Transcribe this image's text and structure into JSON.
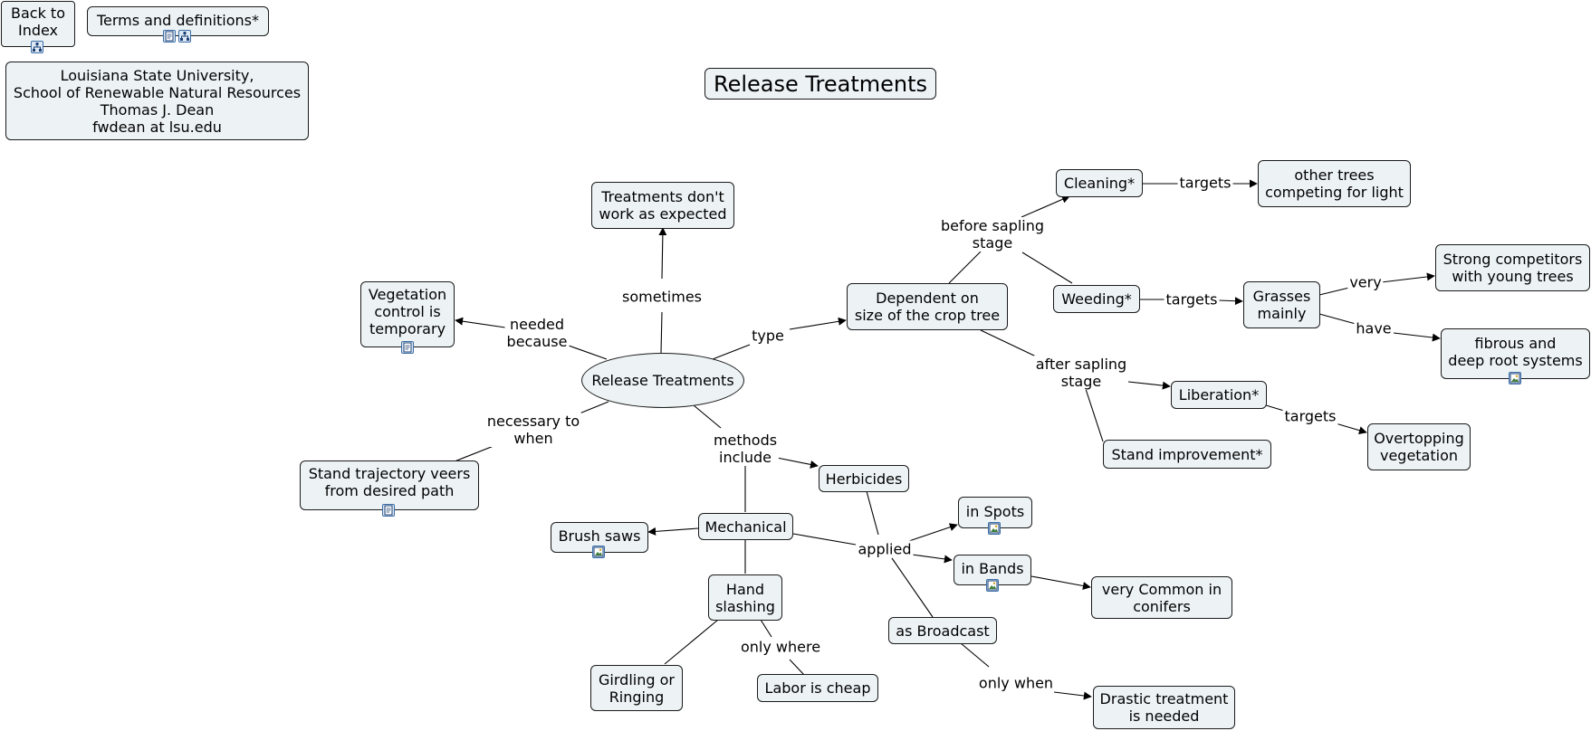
{
  "nav": {
    "back_to_index": "Back to\nIndex",
    "terms": "Terms and definitions*"
  },
  "credits": "Louisiana State University,\nSchool of Renewable Natural Resources\nThomas J. Dean\nfwdean at lsu.edu",
  "title": "Release Treatments",
  "concepts": {
    "release_treatments": "Release Treatments",
    "treatments_dont_work": "Treatments don't\nwork as expected",
    "vegetation_control": "Vegetation\ncontrol is\ntemporary",
    "stand_trajectory": "Stand trajectory veers\nfrom desired path",
    "dependent_on_size": "Dependent on\nsize of the crop tree",
    "cleaning": "Cleaning*",
    "weeding": "Weeding*",
    "liberation": "Liberation*",
    "stand_improvement": "Stand improvement*",
    "other_trees": "other trees\ncompeting for light",
    "grasses_mainly": "Grasses\nmainly",
    "strong_competitors": "Strong competitors\nwith young trees",
    "fibrous_roots": "fibrous and\ndeep root systems",
    "overtopping": "Overtopping\nvegetation",
    "herbicides": "Herbicides",
    "mechanical": "Mechanical",
    "brush_saws": "Brush saws",
    "hand_slashing": "Hand\nslashing",
    "girdling": "Girdling or\nRinging",
    "labor_cheap": "Labor is cheap",
    "in_spots": "in Spots",
    "in_bands": "in Bands",
    "very_common": "very Common in\nconifers",
    "as_broadcast": "as Broadcast",
    "drastic_treatment": "Drastic treatment\nis needed"
  },
  "links": {
    "sometimes": "sometimes",
    "needed_because": "needed\nbecause",
    "necessary_to_when": "necessary to\nwhen",
    "type": "type",
    "before_sapling": "before sapling\nstage",
    "after_sapling": "after sapling\nstage",
    "targets_cleaning": "targets",
    "targets_weeding": "targets",
    "targets_liberation": "targets",
    "very": "very",
    "have": "have",
    "methods_include": "methods\ninclude",
    "applied": "applied",
    "only_where": "only where",
    "only_when": "only when"
  },
  "icons": [
    "cmap-link-icon",
    "document-icon",
    "image-icon"
  ]
}
